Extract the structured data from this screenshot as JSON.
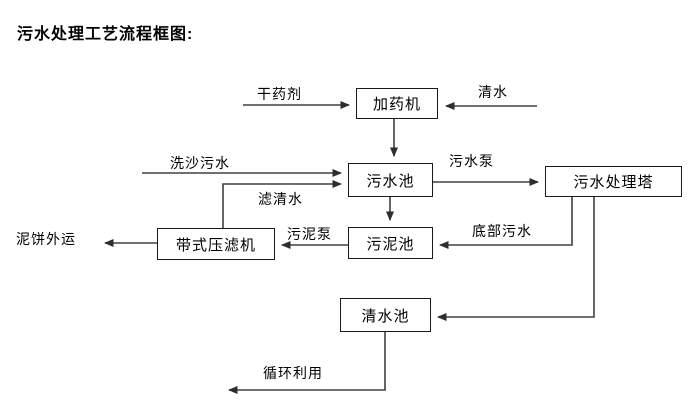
{
  "title": "污水处理工艺流程框图:",
  "diagram": {
    "nodes": {
      "dosing_machine": "加药机",
      "sewage_pool": "污水池",
      "treatment_tower": "污水处理塔",
      "sludge_pool": "污泥池",
      "belt_filter_press": "带式压滤机",
      "clean_water_pool": "清水池"
    },
    "edge_labels": {
      "dry_agent": "干药剂",
      "clean_water": "清水",
      "sand_washing_sewage": "洗沙污水",
      "sewage_pump": "污水泵",
      "filtered_water": "滤清水",
      "sludge_pump": "污泥泵",
      "bottom_sewage": "底部污水",
      "mud_cake_out": "泥饼外运",
      "recycling": "循环利用"
    },
    "colors": {
      "background": "#ffffff",
      "line": "#404040",
      "box_border": "#1a1a1a",
      "text": "#000000"
    }
  }
}
